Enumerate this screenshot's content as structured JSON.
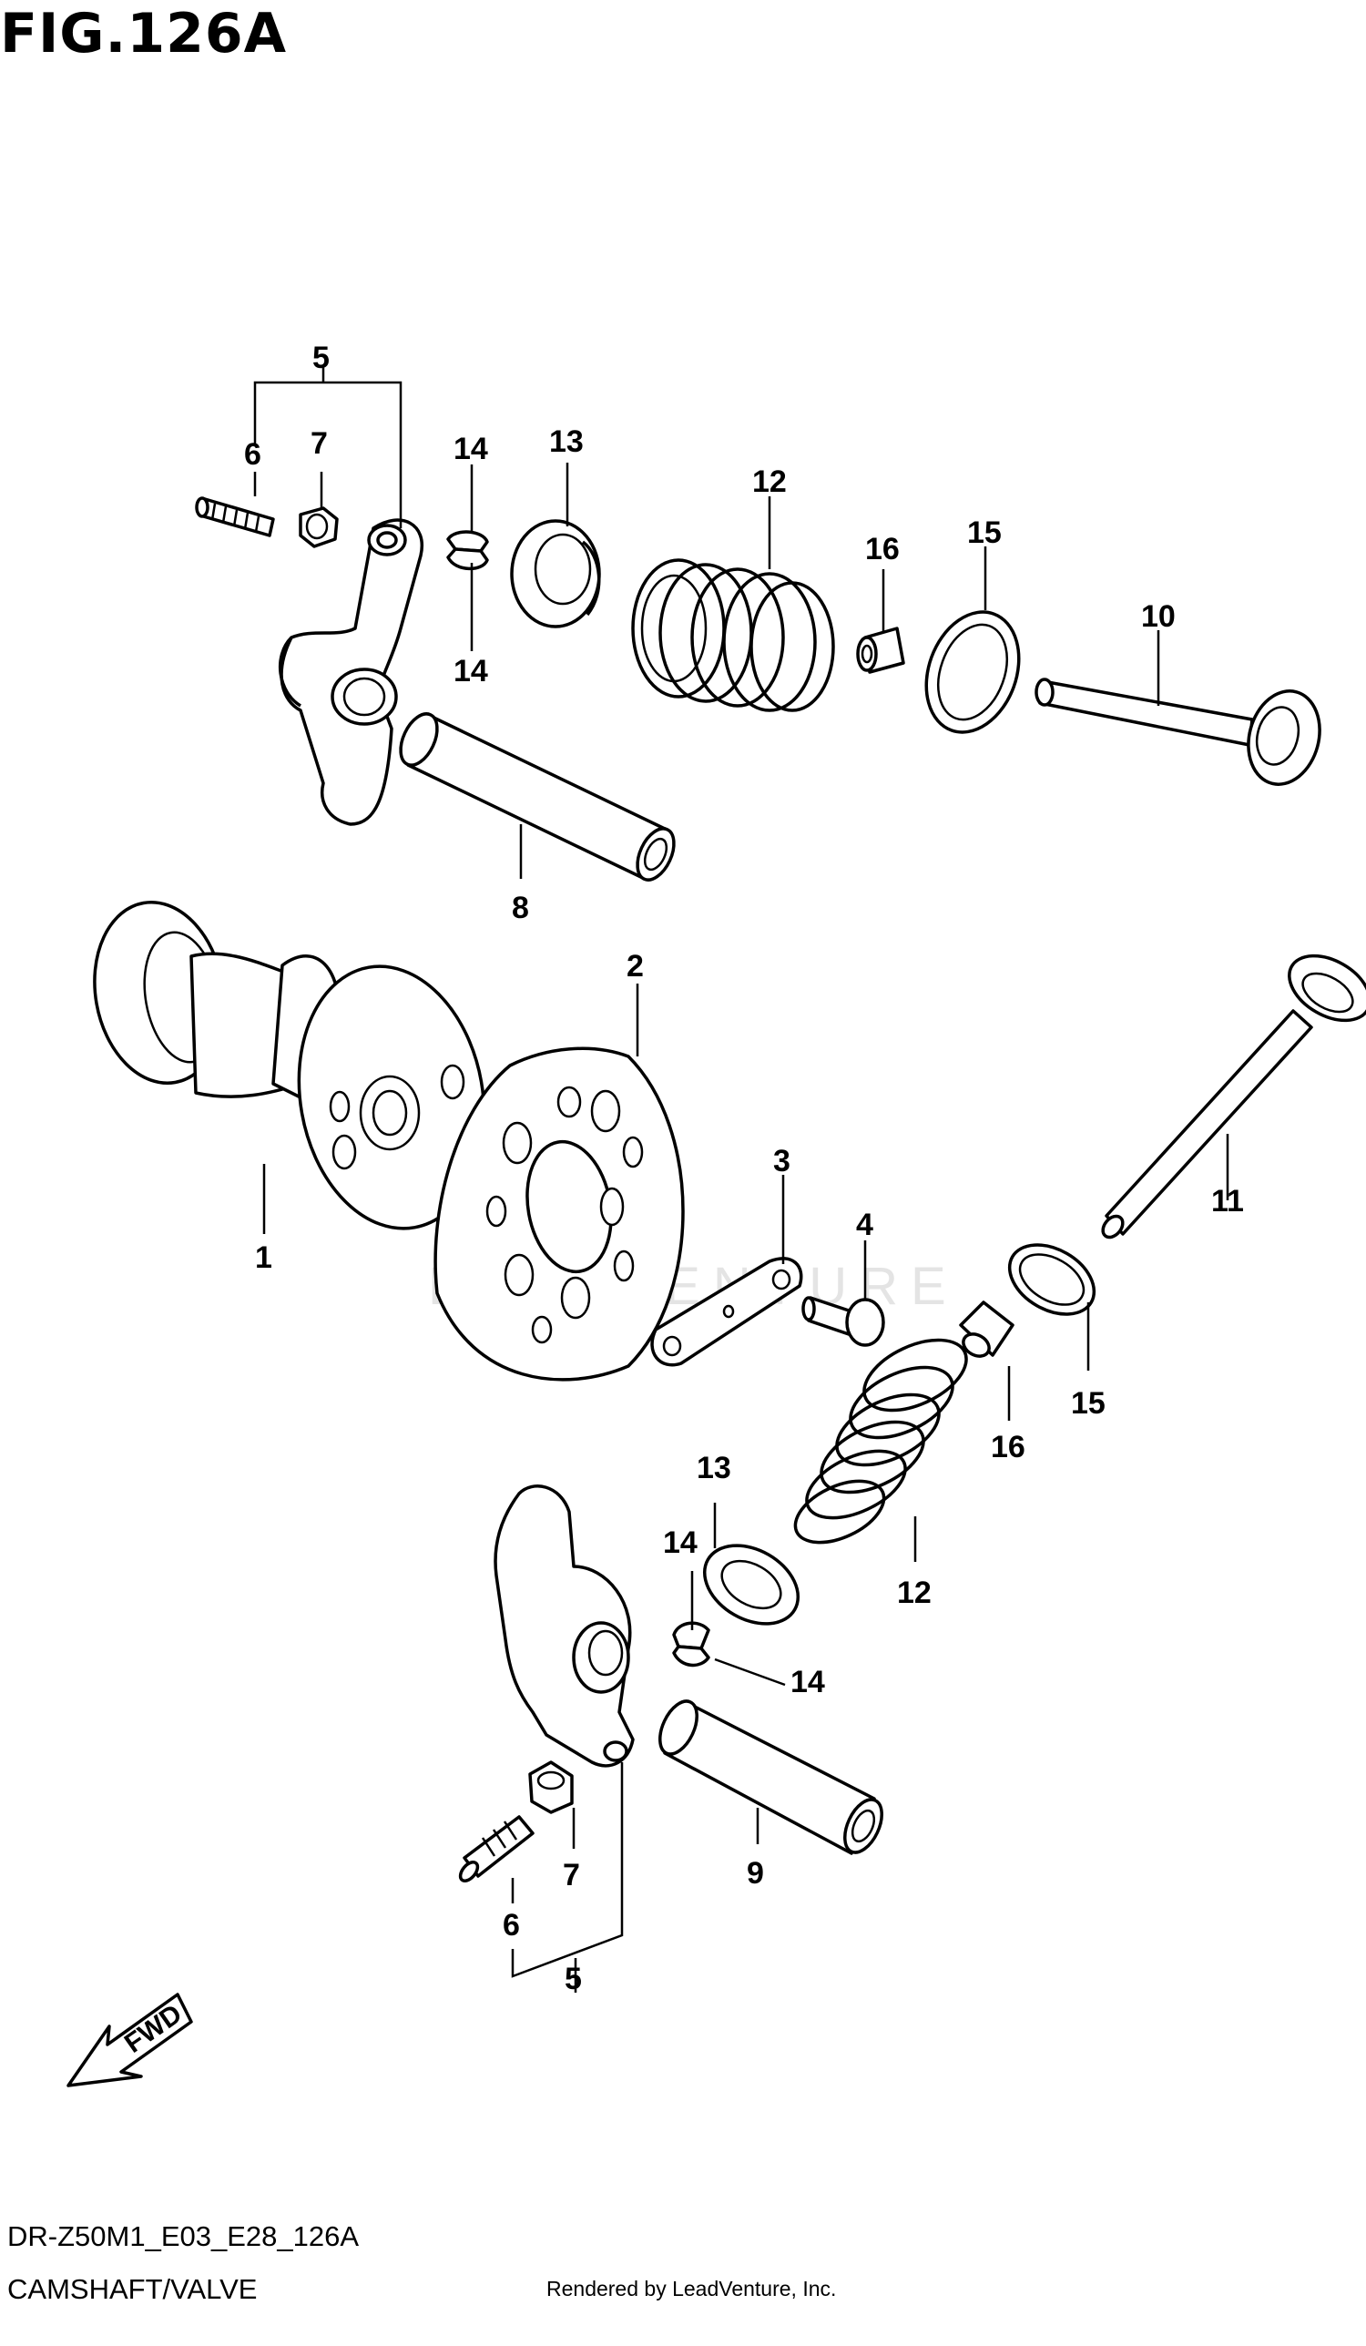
{
  "figure": {
    "title": "FIG.126A",
    "model_code": "DR-Z50M1_E03_E28_126A",
    "section_name": "CAMSHAFT/VALVE",
    "credit": "Rendered by LeadVenture, Inc.",
    "watermark": "LEADVENTURE",
    "fwd_label": "FWD"
  },
  "callouts": [
    {
      "id": "c5-top",
      "text": "5"
    },
    {
      "id": "c6-top",
      "text": "6"
    },
    {
      "id": "c7-top",
      "text": "7"
    },
    {
      "id": "c14-top-a",
      "text": "14"
    },
    {
      "id": "c14-top-b",
      "text": "14"
    },
    {
      "id": "c13-top",
      "text": "13"
    },
    {
      "id": "c12-top",
      "text": "12"
    },
    {
      "id": "c16-top",
      "text": "16"
    },
    {
      "id": "c15-top",
      "text": "15"
    },
    {
      "id": "c10",
      "text": "10"
    },
    {
      "id": "c8",
      "text": "8"
    },
    {
      "id": "c2",
      "text": "2"
    },
    {
      "id": "c1",
      "text": "1"
    },
    {
      "id": "c3",
      "text": "3"
    },
    {
      "id": "c4",
      "text": "4"
    },
    {
      "id": "c11",
      "text": "11"
    },
    {
      "id": "c15-bot",
      "text": "15"
    },
    {
      "id": "c16-bot",
      "text": "16"
    },
    {
      "id": "c13-bot",
      "text": "13"
    },
    {
      "id": "c14-bot-a",
      "text": "14"
    },
    {
      "id": "c14-bot-b",
      "text": "14"
    },
    {
      "id": "c12-bot",
      "text": "12"
    },
    {
      "id": "c9",
      "text": "9"
    },
    {
      "id": "c7-bot",
      "text": "7"
    },
    {
      "id": "c6-bot",
      "text": "6"
    },
    {
      "id": "c5-bot",
      "text": "5"
    }
  ]
}
